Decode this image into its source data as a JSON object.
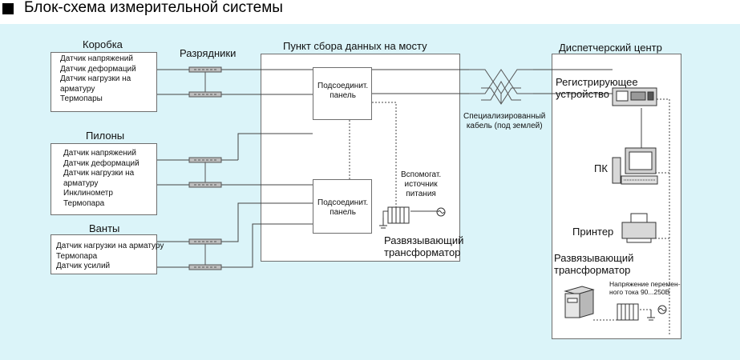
{
  "title": "Блок-схема измерительной системы",
  "boxes": {
    "korobka": {
      "heading": "Коробка",
      "items": [
        "Датчик напряжений",
        "Датчик деформаций",
        "Датчик нагрузки на",
        "арматуру",
        "Термопары"
      ]
    },
    "pilony": {
      "heading": "Пилоны",
      "items": [
        "Датчик напряжений",
        "Датчик деформаций",
        "Датчик нагрузки на",
        "арматуру",
        "Инклинометр",
        "Термопара"
      ]
    },
    "vanty": {
      "heading": "Ванты",
      "items": [
        "Датчик нагрузки на арматуру",
        "Термопара",
        "Датчик усилий"
      ]
    }
  },
  "arresters_label": "Разрядники",
  "collection_point": {
    "heading": "Пункт сбора данных на мосту",
    "panel_top": [
      "Подсоединит.",
      "панель"
    ],
    "panel_bottom": [
      "Подсоединит.",
      "панель"
    ],
    "aux_power": [
      "Вспомогат.",
      "источник",
      "питания"
    ],
    "isolation_transformer": [
      "Развязывающий",
      "трансформатор"
    ]
  },
  "cable_label": [
    "Специализированный",
    "кабель (под землей)"
  ],
  "control_center": {
    "heading": "Диспетчерский центр",
    "recorder": [
      "Регистрирующее",
      "устройство"
    ],
    "pc": "ПК",
    "printer": "Принтер",
    "isolation_transformer": [
      "Развязывающий",
      "трансформатор"
    ],
    "ac_voltage": [
      "Напряжение перемен-",
      "ного тока 90...250В"
    ]
  }
}
